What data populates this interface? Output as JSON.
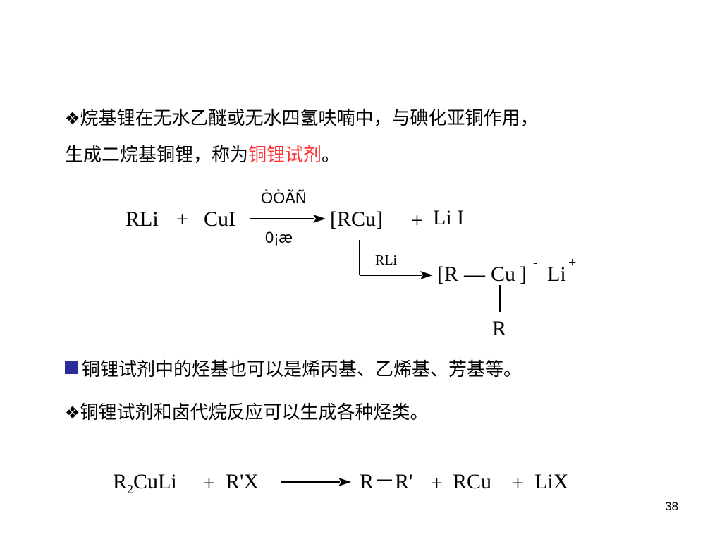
{
  "para1": {
    "bullet": "❖",
    "line1": "烷基锂在无水乙醚或无水四氢呋喃中，与碘化亚铜作用，",
    "line2_prefix": "生成二烷基铜锂，称为",
    "line2_highlight": "铜锂试剂",
    "line2_suffix": "。"
  },
  "reaction1": {
    "reactant1": "RLi",
    "plus1": "+",
    "reactant2": "CuI",
    "arrow_top": "ÒÒÃÑ",
    "arrow_bottom": "0¡æ",
    "product1": "[RCu]",
    "plus2": "+",
    "product2": "Li I",
    "arrow2_label": "RLi",
    "product3_left": "[R",
    "product3_bond": "—",
    "product3_cu": "Cu",
    "product3_bracket": "]",
    "product3_charge_minus": "-",
    "product3_li": "Li",
    "product3_charge_plus": "+",
    "product3_r": "R"
  },
  "para2": {
    "line": "铜锂试剂中的烃基也可以是烯丙基、乙烯基、芳基等。"
  },
  "para3": {
    "bullet": "❖",
    "line": "铜锂试剂和卤代烷反应可以生成各种烃类。"
  },
  "reaction2": {
    "r_main": "R",
    "r_sub": "2",
    "r_rest": "CuLi",
    "plus1": "+",
    "reactant2": "R'X",
    "product1": "R－R'",
    "plus2": "+",
    "product2": "RCu",
    "plus3": "+",
    "product3": "LiX"
  },
  "page_number": "38"
}
